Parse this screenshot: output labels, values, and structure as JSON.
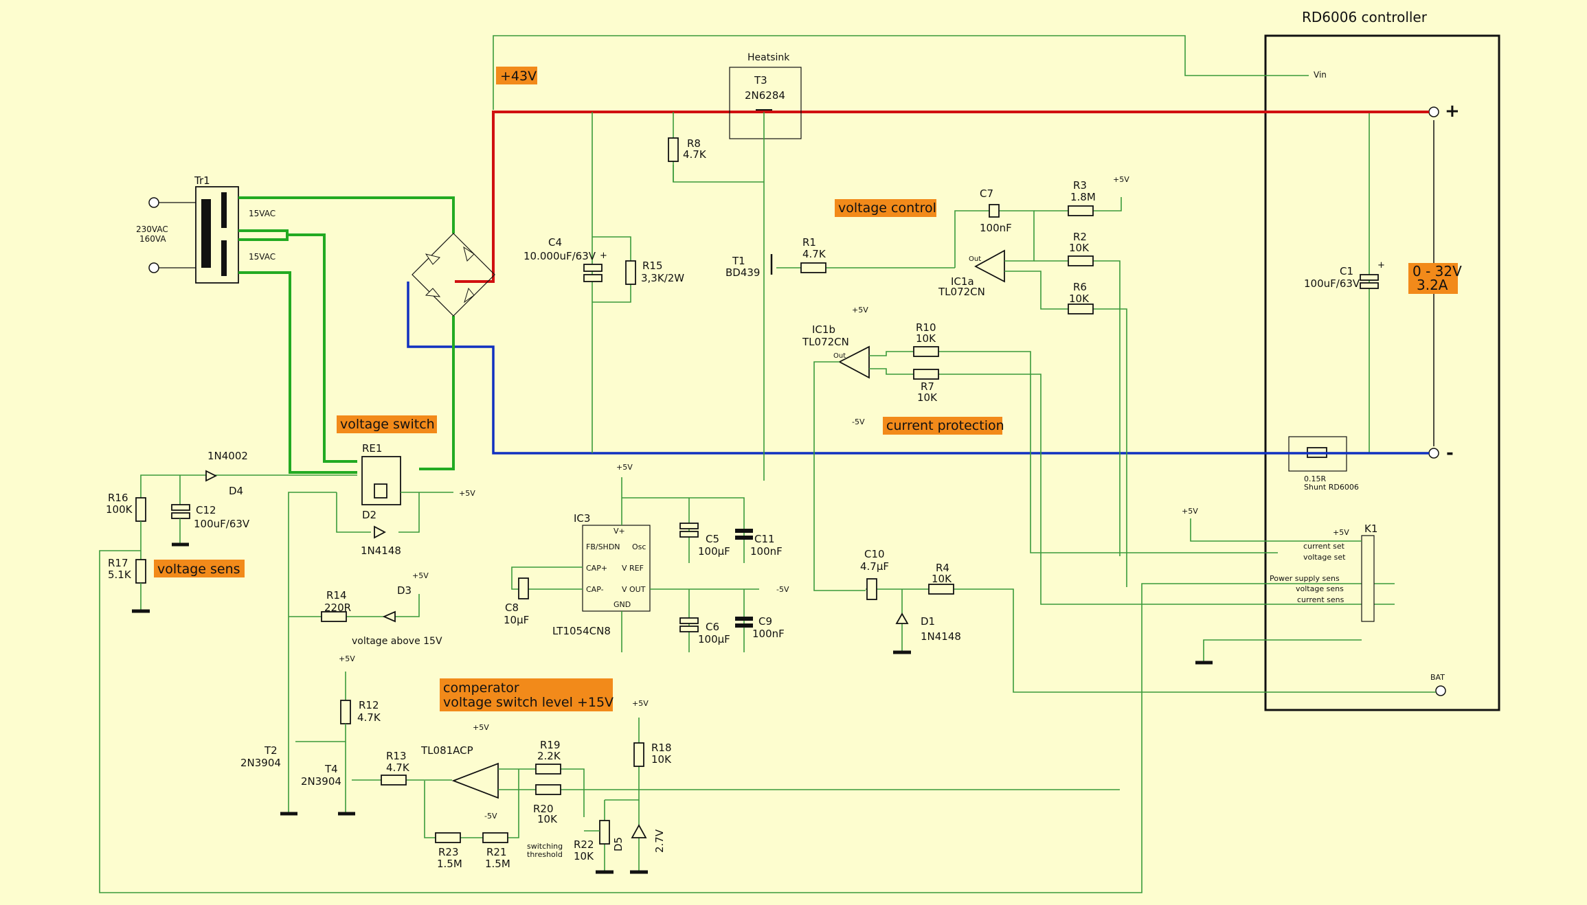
{
  "controller": {
    "title": "RD6006 controller",
    "vin": "Vin",
    "plus": "+",
    "minus": "-",
    "bat": "BAT",
    "range": "0 - 32V",
    "current": "3.2A"
  },
  "rails": {
    "v43": "+43V"
  },
  "transformer": {
    "name": "Tr1",
    "primary_v": "230VAC",
    "primary_va": "160VA",
    "sec1": "15VAC",
    "sec2": "15VAC"
  },
  "sections": {
    "voltage_switch": "voltage switch",
    "voltage_control": "voltage control",
    "current_protection": "current protection",
    "voltage_sens": "voltage sens",
    "comparator_1": "comperator",
    "comparator_2": "voltage switch level +15V"
  },
  "heatsink": "Heatsink",
  "parts": {
    "T3": "T3",
    "T3v": "2N6284",
    "R8": "R8",
    "R8v": "4.7K",
    "C4": "C4",
    "C4v": "10.000uF/63V",
    "R15": "R15",
    "R15v": "3,3K/2W",
    "T1": "T1",
    "T1v": "BD439",
    "R1": "R1",
    "R1v": "4.7K",
    "C7": "C7",
    "C7v": "100nF",
    "R3": "R3",
    "R3v": "1.8M",
    "R2": "R2",
    "R2v": "10K",
    "R6": "R6",
    "R6v": "10K",
    "IC1a": "IC1a",
    "IC1av": "TL072CN",
    "IC1b": "IC1b",
    "IC1bv": "TL072CN",
    "R10": "R10",
    "R10v": "10K",
    "R7": "R7",
    "R7v": "10K",
    "C1": "C1",
    "C1v": "100uF/63V",
    "shunt": "0.15R",
    "shuntv": "Shunt RD6006",
    "RE1": "RE1",
    "D4": "D4",
    "D4v": "1N4002",
    "D2": "D2",
    "D2v": "1N4148",
    "R16": "R16",
    "R16v": "100K",
    "C12": "C12",
    "C12v": "100uF/63V",
    "R17": "R17",
    "R17v": "5.1K",
    "R14": "R14",
    "R14v": "220R",
    "D3": "D3",
    "D3note": "voltage above 15V",
    "IC3": "IC3",
    "IC3v": "LT1054CN8",
    "C5": "C5",
    "C5v": "100µF",
    "C11": "C11",
    "C11v": "100nF",
    "C8": "C8",
    "C8v": "10µF",
    "C6": "C6",
    "C6v": "100µF",
    "C9": "C9",
    "C9v": "100nF",
    "C10": "C10",
    "C10v": "4.7µF",
    "R4": "R4",
    "R4v": "10K",
    "D1": "D1",
    "D1v": "1N4148",
    "R12": "R12",
    "R12v": "4.7K",
    "T2": "T2",
    "T2v": "2N3904",
    "T4": "T4",
    "T4v": "2N3904",
    "R13": "R13",
    "R13v": "4.7K",
    "IC4": "TL081ACP",
    "R19": "R19",
    "R19v": "2.2K",
    "R20": "R20",
    "R20v": "10K",
    "R18": "R18",
    "R18v": "10K",
    "R23": "R23",
    "R23v": "1.5M",
    "R21": "R21",
    "R21v": "1.5M",
    "R22": "R22",
    "R22v": "10K",
    "R22note1": "switching",
    "R22note2": "threshold",
    "D5": "D5",
    "D5v": "2.7V",
    "K1": "K1"
  },
  "ic3_pins": {
    "p1": "FB/SHDN",
    "p2": "CAP+",
    "p3": "CAP-",
    "p4": "Osc",
    "p5": "V REF",
    "p6": "V OUT",
    "vplus": "V+",
    "gnd": "GND"
  },
  "k1_pins": [
    "+5V",
    "current set",
    "voltage set",
    "Power supply sens",
    "voltage sens",
    "current sens"
  ],
  "rails_labels": {
    "p5": "+5V",
    "m5": "-5V",
    "out": "Out"
  },
  "colors": {
    "background": "#fdfdcf",
    "wire": "#3a9a3a",
    "power_positive": "#d01010",
    "power_negative": "#1030c0",
    "highlight": "#f28a1a"
  }
}
